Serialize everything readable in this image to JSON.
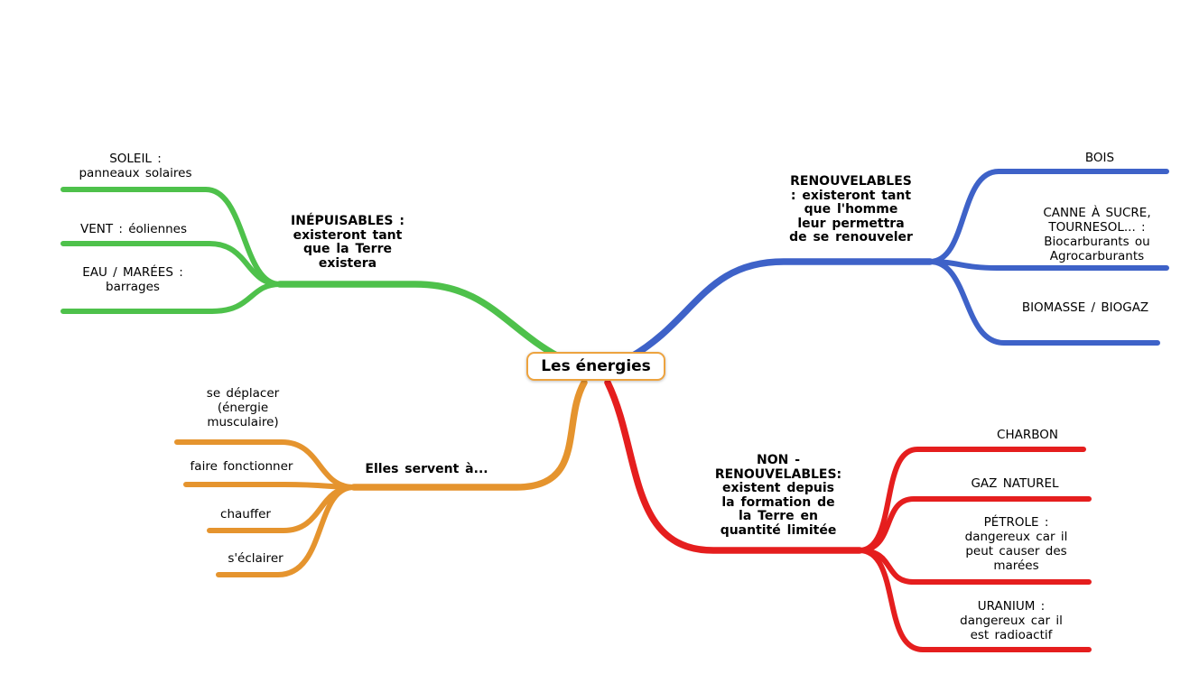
{
  "colors": {
    "green": "#4ec14b",
    "blue": "#3e62c8",
    "orange": "#e5942e",
    "red": "#e51e1e",
    "center_border": "#eda33f"
  },
  "center": {
    "label": "Les énergies"
  },
  "green": {
    "parent": "INÉPUISABLES :\nexisteront tant\nque la Terre\nexistera",
    "leaves": {
      "soleil": "SOLEIL :\npanneaux solaires",
      "vent": "VENT : éoliennes",
      "eau": "EAU / MARÉES :\nbarrages"
    }
  },
  "blue": {
    "parent": "RENOUVELABLES\n: existeront tant\nque l'homme\nleur permettra\nde se renouveler",
    "leaves": {
      "bois": "BOIS",
      "canne": "CANNE À SUCRE,\nTOURNESOL... :\nBiocarburants ou\nAgrocarburants",
      "biomasse": "BIOMASSE / BIOGAZ"
    }
  },
  "orange": {
    "parent": "Elles servent à...",
    "leaves": {
      "deplacer": "se déplacer\n(énergie\nmusculaire)",
      "fonctionner": "faire fonctionner",
      "chauffer": "chauffer",
      "eclairer": "s'éclairer"
    }
  },
  "red": {
    "parent": "NON -\nRENOUVELABLES:\nexistent depuis\nla formation de\nla Terre en\nquantité limitée",
    "leaves": {
      "charbon": "CHARBON",
      "gaz": "GAZ NATUREL",
      "petrole": "PÉTROLE :\ndangereux car il\npeut causer des\nmarées",
      "uranium": "URANIUM :\ndangereux car il\nest radioactif"
    }
  }
}
